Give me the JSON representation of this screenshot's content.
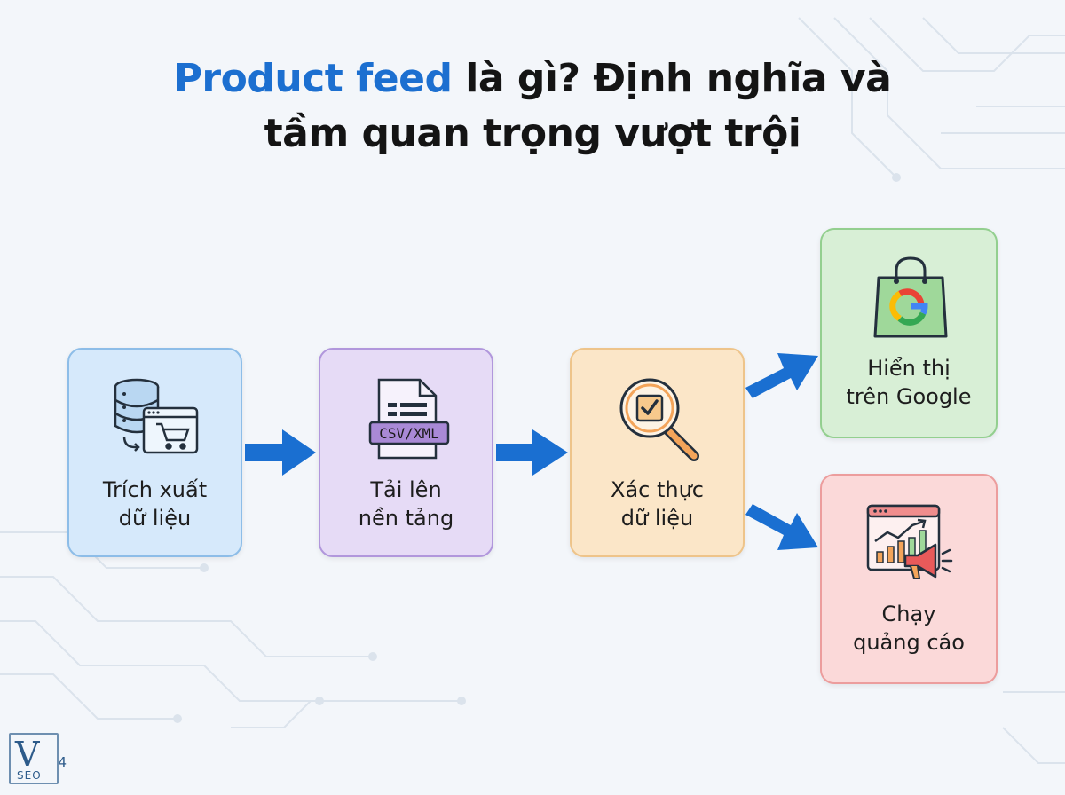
{
  "title": {
    "highlight": "Product feed",
    "line1_rest": " là gì? Định nghĩa và",
    "line2": "tầm quan trọng vượt trội"
  },
  "steps": [
    {
      "line1": "Trích xuất",
      "line2": "dữ liệu",
      "icon": "database-cart-icon"
    },
    {
      "line1": "Tải lên",
      "line2": "nền tảng",
      "icon": "csv-xml-file-icon",
      "badge": "CSV/XML"
    },
    {
      "line1": "Xác thực",
      "line2": "dữ liệu",
      "icon": "magnifier-check-icon"
    }
  ],
  "outcomes": [
    {
      "line1": "Hiển thị",
      "line2": "trên Google",
      "icon": "google-shopping-bag-icon"
    },
    {
      "line1": "Chạy",
      "line2": "quảng cáo",
      "icon": "ads-chart-megaphone-icon"
    }
  ],
  "logo": {
    "letter": "V",
    "number": "4",
    "sub": "SEO"
  },
  "colors": {
    "accent": "#1c6fd0",
    "arrow": "#1a6fd1",
    "step1": "#d6e9fb",
    "step2": "#e6dbf6",
    "step3": "#fbe6c8",
    "outcome1": "#d8efd6",
    "outcome2": "#fbd9d9"
  }
}
